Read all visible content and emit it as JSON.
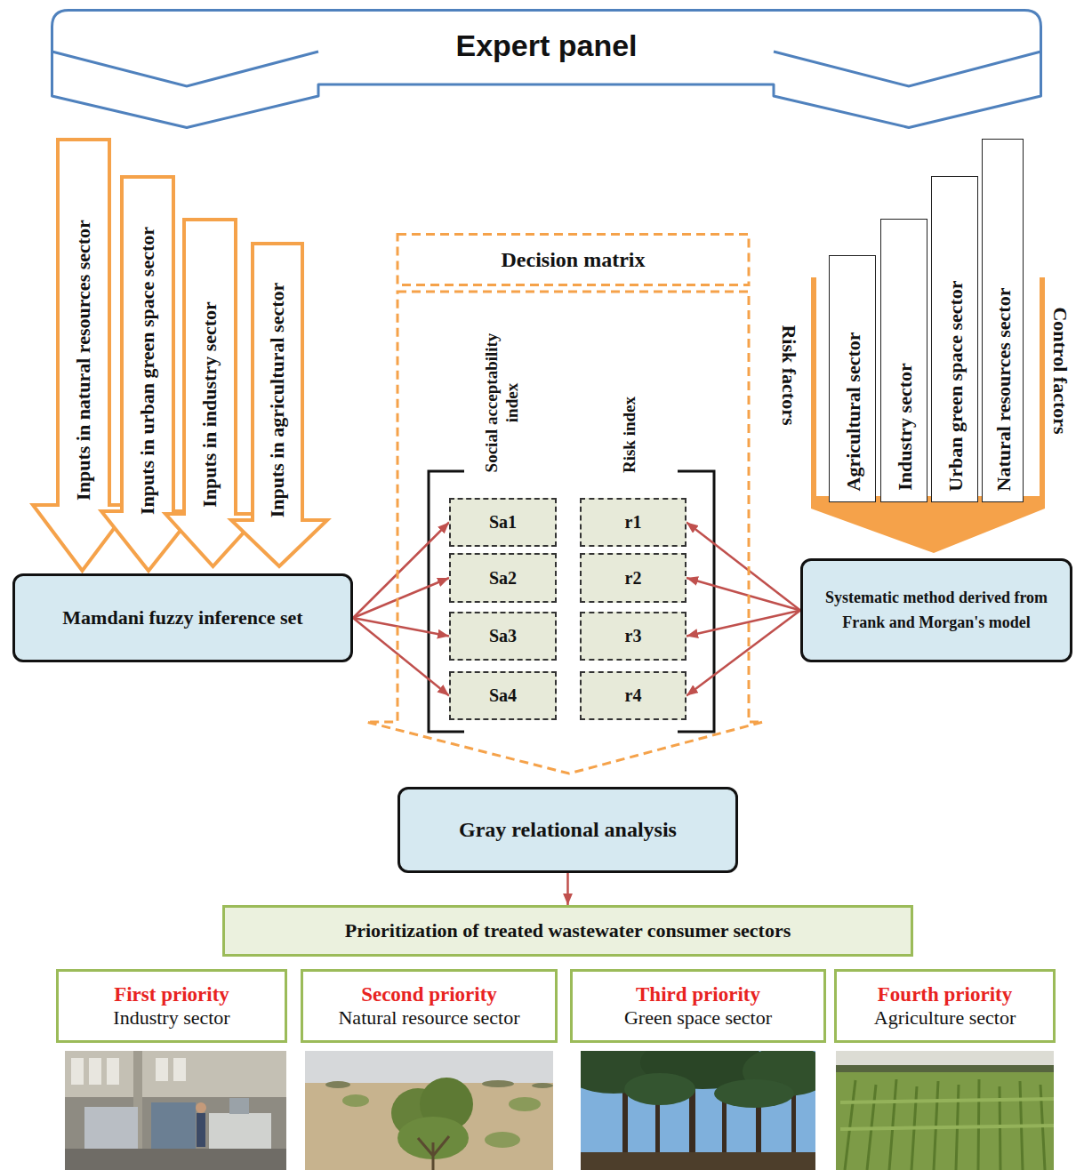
{
  "diagram": {
    "nodes": [
      {
        "text": [
          "Expert panel"
        ]
      },
      {
        "text": [
          "Inputs in natural resources sector"
        ]
      },
      {
        "text": [
          "Inputs in urban green space sector"
        ]
      },
      {
        "text": [
          "Inputs in industry sector"
        ]
      },
      {
        "text": [
          "Inputs in agricultural sector"
        ]
      },
      {
        "text": [
          "Mamdani fuzzy inference set"
        ]
      },
      {
        "text": [
          "Decision matrix"
        ]
      },
      {
        "text": [
          "Sa1"
        ],
        "in": 6
      },
      {
        "text": [
          "Sa2"
        ],
        "in": 6
      },
      {
        "text": [
          "Sa3"
        ],
        "in": 6
      },
      {
        "text": [
          "Sa4"
        ],
        "in": 6
      },
      {
        "text": [
          "r1"
        ],
        "in": 6
      },
      {
        "text": [
          "r2"
        ],
        "in": 6
      },
      {
        "text": [
          "r3"
        ],
        "in": 6
      },
      {
        "text": [
          "r4"
        ],
        "in": 6
      },
      {
        "text": [
          "Agricultural sector"
        ]
      },
      {
        "text": [
          "Industry sector"
        ]
      },
      {
        "text": [
          "Urban green space sector"
        ]
      },
      {
        "text": [
          "Natural resources sector"
        ]
      },
      {
        "text": [
          "Systematic method derived from Frank and Morgan's model"
        ]
      },
      {
        "text": [
          "Gray relational analysis"
        ]
      },
      {
        "text": [
          "Prioritization of treated wastewater consumer sectors"
        ]
      },
      {
        "text": [
          "First priority",
          "Industry sector"
        ]
      },
      {
        "text": [
          "Second priority",
          "Natural resource sector"
        ]
      },
      {
        "text": [
          "Third priority",
          "Green space sector"
        ]
      },
      {
        "text": [
          "Fourth priority",
          "Agriculture sector"
        ]
      }
    ],
    "edges": [
      {
        "from": 5,
        "to": 7,
        "arrow": "to"
      },
      {
        "from": 5,
        "to": 8,
        "arrow": "to"
      },
      {
        "from": 5,
        "to": 9,
        "arrow": "to"
      },
      {
        "from": 5,
        "to": 10,
        "arrow": "to"
      },
      {
        "from": 19,
        "to": 11,
        "arrow": "to"
      },
      {
        "from": 19,
        "to": 12,
        "arrow": "to"
      },
      {
        "from": 19,
        "to": 13,
        "arrow": "to"
      },
      {
        "from": 19,
        "to": 14,
        "arrow": "to"
      },
      {
        "from": 20,
        "to": 21,
        "arrow": "to"
      }
    ],
    "labels": [
      "Social acceptability index",
      "Risk index",
      "Risk factors",
      "Control factors"
    ]
  }
}
